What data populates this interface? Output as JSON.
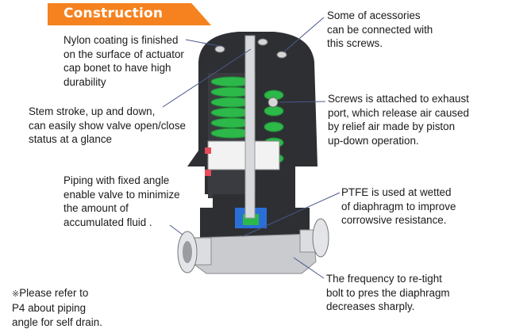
{
  "header": {
    "title": "Construction",
    "color": "#f5821f"
  },
  "callouts": {
    "nylon": "Nylon coating is finished\non the surface of actuator\ncap bonet to have high\ndurability",
    "accessories": "Some of acessories\ncan be connected with\nthis screws.",
    "stem": "Stem stroke, up and down,\ncan easily show valve open/close\nstatus at a glance",
    "screws": "Screws is attached to exhaust\nport, which release air caused\nby relief air made by piston\nup-down operation.",
    "piping": "Piping with fixed angle\nenable valve to minimize\nthe amount of\naccumulated fluid .",
    "ptfe": "PTFE is used at wetted\nof diaphragm to improve\ncorrowsive resistance.",
    "note_mark": "※",
    "note": "Please refer to\nP4 about piping\nangle for self drain.",
    "frequency": "The frequency to re-tight\nbolt to pres the diaphragm\ndecreases sharply."
  },
  "colors": {
    "actuator": "#2e2f33",
    "spring": "#2db84a",
    "stem": "#d8d9dc",
    "body": "#c9cbcf",
    "leader": "#4a5a8a"
  }
}
